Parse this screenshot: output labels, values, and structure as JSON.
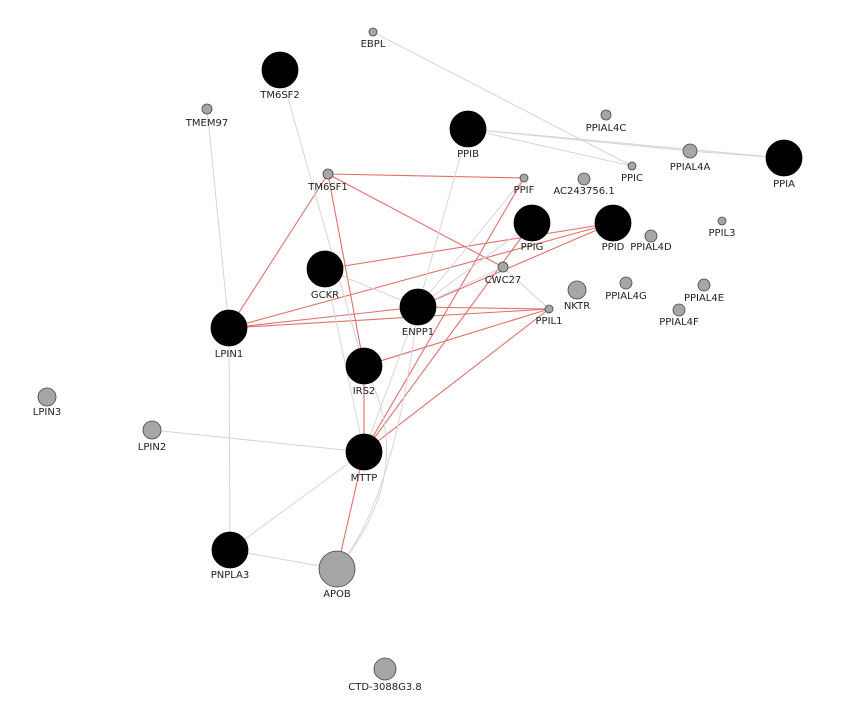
{
  "network": {
    "colors": {
      "edge_red": "#e0726a",
      "edge_gray": "#d9d3dc",
      "node_black": "#000000",
      "node_gray": "#a6a6a6",
      "node_stroke": "#444444"
    },
    "nodes": [
      {
        "id": "EBPL",
        "label": "EBPL",
        "kind": "gray"
      },
      {
        "id": "TM6SF2",
        "label": "TM6SF2",
        "kind": "black"
      },
      {
        "id": "TMEM97",
        "label": "TMEM97",
        "kind": "gray"
      },
      {
        "id": "PPIB",
        "label": "PPIB",
        "kind": "black"
      },
      {
        "id": "PPIAL4C",
        "label": "PPIAL4C",
        "kind": "gray"
      },
      {
        "id": "PPIAL4A",
        "label": "PPIAL4A",
        "kind": "gray"
      },
      {
        "id": "PPIA",
        "label": "PPIA",
        "kind": "black"
      },
      {
        "id": "PPIC",
        "label": "PPIC",
        "kind": "gray"
      },
      {
        "id": "TM6SF1",
        "label": "TM6SF1",
        "kind": "gray"
      },
      {
        "id": "PPIF",
        "label": "PPIF",
        "kind": "gray"
      },
      {
        "id": "AC243756.1",
        "label": "AC243756.1",
        "kind": "gray"
      },
      {
        "id": "PPIG",
        "label": "PPIG",
        "kind": "black"
      },
      {
        "id": "PPID",
        "label": "PPID",
        "kind": "black"
      },
      {
        "id": "PPIAL4D",
        "label": "PPIAL4D",
        "kind": "gray"
      },
      {
        "id": "PPIL3",
        "label": "PPIL3",
        "kind": "gray"
      },
      {
        "id": "GCKR",
        "label": "GCKR",
        "kind": "black"
      },
      {
        "id": "CWC27",
        "label": "CWC27",
        "kind": "gray"
      },
      {
        "id": "NKTR",
        "label": "NKTR",
        "kind": "gray"
      },
      {
        "id": "PPIAL4G",
        "label": "PPIAL4G",
        "kind": "gray"
      },
      {
        "id": "PPIAL4E",
        "label": "PPIAL4E",
        "kind": "gray"
      },
      {
        "id": "PPIAL4F",
        "label": "PPIAL4F",
        "kind": "gray"
      },
      {
        "id": "ENPP1",
        "label": "ENPP1",
        "kind": "black"
      },
      {
        "id": "PPIL1",
        "label": "PPIL1",
        "kind": "gray"
      },
      {
        "id": "LPIN1",
        "label": "LPIN1",
        "kind": "black"
      },
      {
        "id": "IRS2",
        "label": "IRS2",
        "kind": "black"
      },
      {
        "id": "LPIN3",
        "label": "LPIN3",
        "kind": "gray"
      },
      {
        "id": "LPIN2",
        "label": "LPIN2",
        "kind": "gray"
      },
      {
        "id": "MTTP",
        "label": "MTTP",
        "kind": "black"
      },
      {
        "id": "PNPLA3",
        "label": "PNPLA3",
        "kind": "black"
      },
      {
        "id": "APOB",
        "label": "APOB",
        "kind": "gray"
      },
      {
        "id": "CTD-3088G3.8",
        "label": "CTD-3088G3.8",
        "kind": "gray"
      }
    ],
    "edges": [
      {
        "source": "TM6SF1",
        "target": "PPIF",
        "color": "red"
      },
      {
        "source": "TM6SF1",
        "target": "LPIN1",
        "color": "red"
      },
      {
        "source": "TM6SF1",
        "target": "IRS2",
        "color": "red"
      },
      {
        "source": "TM6SF1",
        "target": "CWC27",
        "color": "red"
      },
      {
        "source": "PPIF",
        "target": "MTTP",
        "color": "red"
      },
      {
        "source": "PPIG",
        "target": "MTTP",
        "color": "red"
      },
      {
        "source": "PPID",
        "target": "GCKR",
        "color": "red"
      },
      {
        "source": "PPID",
        "target": "LPIN1",
        "color": "red"
      },
      {
        "source": "PPID",
        "target": "ENPP1",
        "color": "red"
      },
      {
        "source": "PPIL1",
        "target": "LPIN1",
        "color": "red"
      },
      {
        "source": "PPIL1",
        "target": "IRS2",
        "color": "red"
      },
      {
        "source": "PPIL1",
        "target": "MTTP",
        "color": "red"
      },
      {
        "source": "PPIL1",
        "target": "ENPP1",
        "color": "red"
      },
      {
        "source": "ENPP1",
        "target": "LPIN1",
        "color": "red"
      },
      {
        "source": "IRS2",
        "target": "MTTP",
        "color": "red"
      },
      {
        "source": "MTTP",
        "target": "APOB",
        "color": "red"
      },
      {
        "source": "EBPL",
        "target": "PPIC",
        "color": "gray"
      },
      {
        "source": "PPIB",
        "target": "PPIA",
        "color": "gray"
      },
      {
        "source": "PPIB",
        "target": "PPIAL4A",
        "color": "gray"
      },
      {
        "source": "PPIB",
        "target": "PPIC",
        "color": "gray"
      },
      {
        "source": "PPIAL4A",
        "target": "PPIA",
        "color": "gray"
      },
      {
        "source": "PPIB",
        "target": "ENPP1",
        "color": "gray"
      },
      {
        "source": "TMEM97",
        "target": "LPIN1",
        "color": "gray"
      },
      {
        "source": "TM6SF2",
        "target": "IRS2",
        "color": "gray"
      },
      {
        "source": "LPIN1",
        "target": "PNPLA3",
        "color": "gray"
      },
      {
        "source": "LPIN2",
        "target": "MTTP",
        "color": "gray"
      },
      {
        "source": "PNPLA3",
        "target": "MTTP",
        "color": "gray"
      },
      {
        "source": "PNPLA3",
        "target": "APOB",
        "color": "gray"
      },
      {
        "source": "GCKR",
        "target": "MTTP",
        "color": "gray"
      },
      {
        "source": "GCKR",
        "target": "ENPP1",
        "color": "gray"
      },
      {
        "source": "ENPP1",
        "target": "CWC27",
        "color": "gray"
      },
      {
        "source": "ENPP1",
        "target": "PPIF",
        "color": "gray"
      },
      {
        "source": "ENPP1",
        "target": "PPIG",
        "color": "gray"
      },
      {
        "source": "ENPP1",
        "target": "MTTP",
        "color": "gray"
      },
      {
        "source": "ENPP1",
        "target": "APOB",
        "color": "gray"
      },
      {
        "source": "PPIL1",
        "target": "CWC27",
        "color": "gray"
      },
      {
        "source": "IRS2",
        "target": "APOB",
        "color": "gray"
      }
    ]
  }
}
